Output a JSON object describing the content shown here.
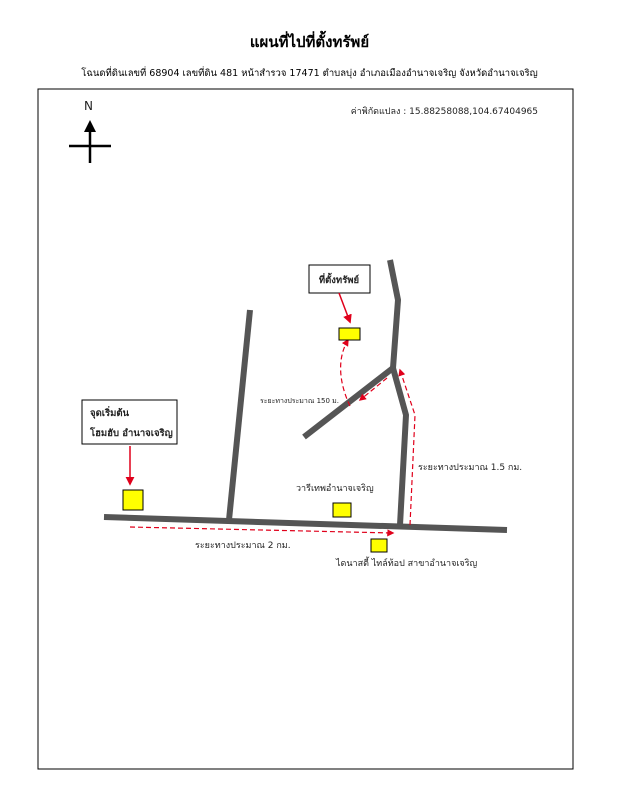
{
  "title": "แผนที่ไปที่ตั้งทรัพย์",
  "subtitle": "โฉนดที่ดินเลขที่ 68904 เลขที่ดิน 481 หน้าสำรวจ 17471 ตำบลบุ่ง อำเภอเมืองอำนาจเจริญ จังหวัดอำนาจเจริญ",
  "north_label": "N",
  "coordinates_text": "ค่าพิกัดแปลง : 15.88258088,104.67404965",
  "property_label": "ที่ตั้งทรัพย์",
  "start_label_line1": "จุดเริ่มต้น",
  "start_label_line2": "โฮมฮับ อำนาจเจริญ",
  "distance_150": "ระยะทางประมาณ 150 ม.",
  "distance_1_5": "ระยะทางประมาณ 1.5 กม.",
  "distance_2": "ระยะทางประมาณ 2 กม.",
  "landmark_wari": "วารีเทพอำนาจเจริญ",
  "landmark_dynasty": "ไดนาสตี้ ไทล์ท้อป สาขาอำนาจเจริญ",
  "colors": {
    "road": "#555555",
    "marker_fill": "#ffff00",
    "route": "#e0001b",
    "arrow": "#e0001b"
  }
}
